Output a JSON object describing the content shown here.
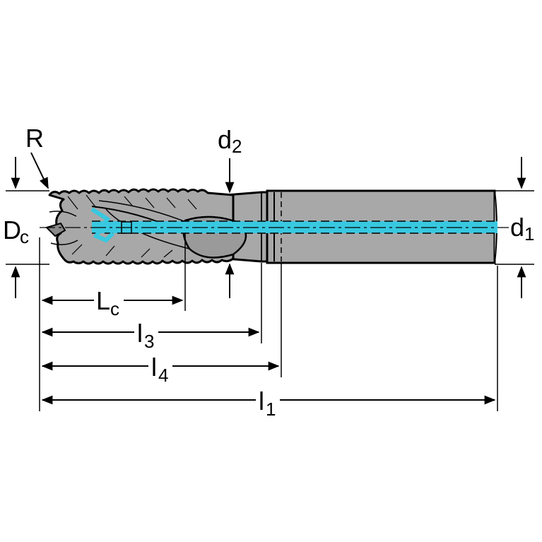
{
  "labels": {
    "R": "R",
    "d2_main": "d",
    "d2_sub": "2",
    "dc_main": "D",
    "dc_sub": "c",
    "d1_main": "d",
    "d1_sub": "1",
    "lc_main": "L",
    "lc_sub": "c",
    "l3_main": "l",
    "l3_sub": "3",
    "l4_main": "l",
    "l4_sub": "4",
    "l1_main": "l",
    "l1_sub": "1"
  },
  "colors": {
    "tool_body": "#a8a8a8",
    "tool_dark": "#8a8a8a",
    "coolant": "#38c8e0",
    "line": "#000000",
    "background": "#ffffff"
  }
}
